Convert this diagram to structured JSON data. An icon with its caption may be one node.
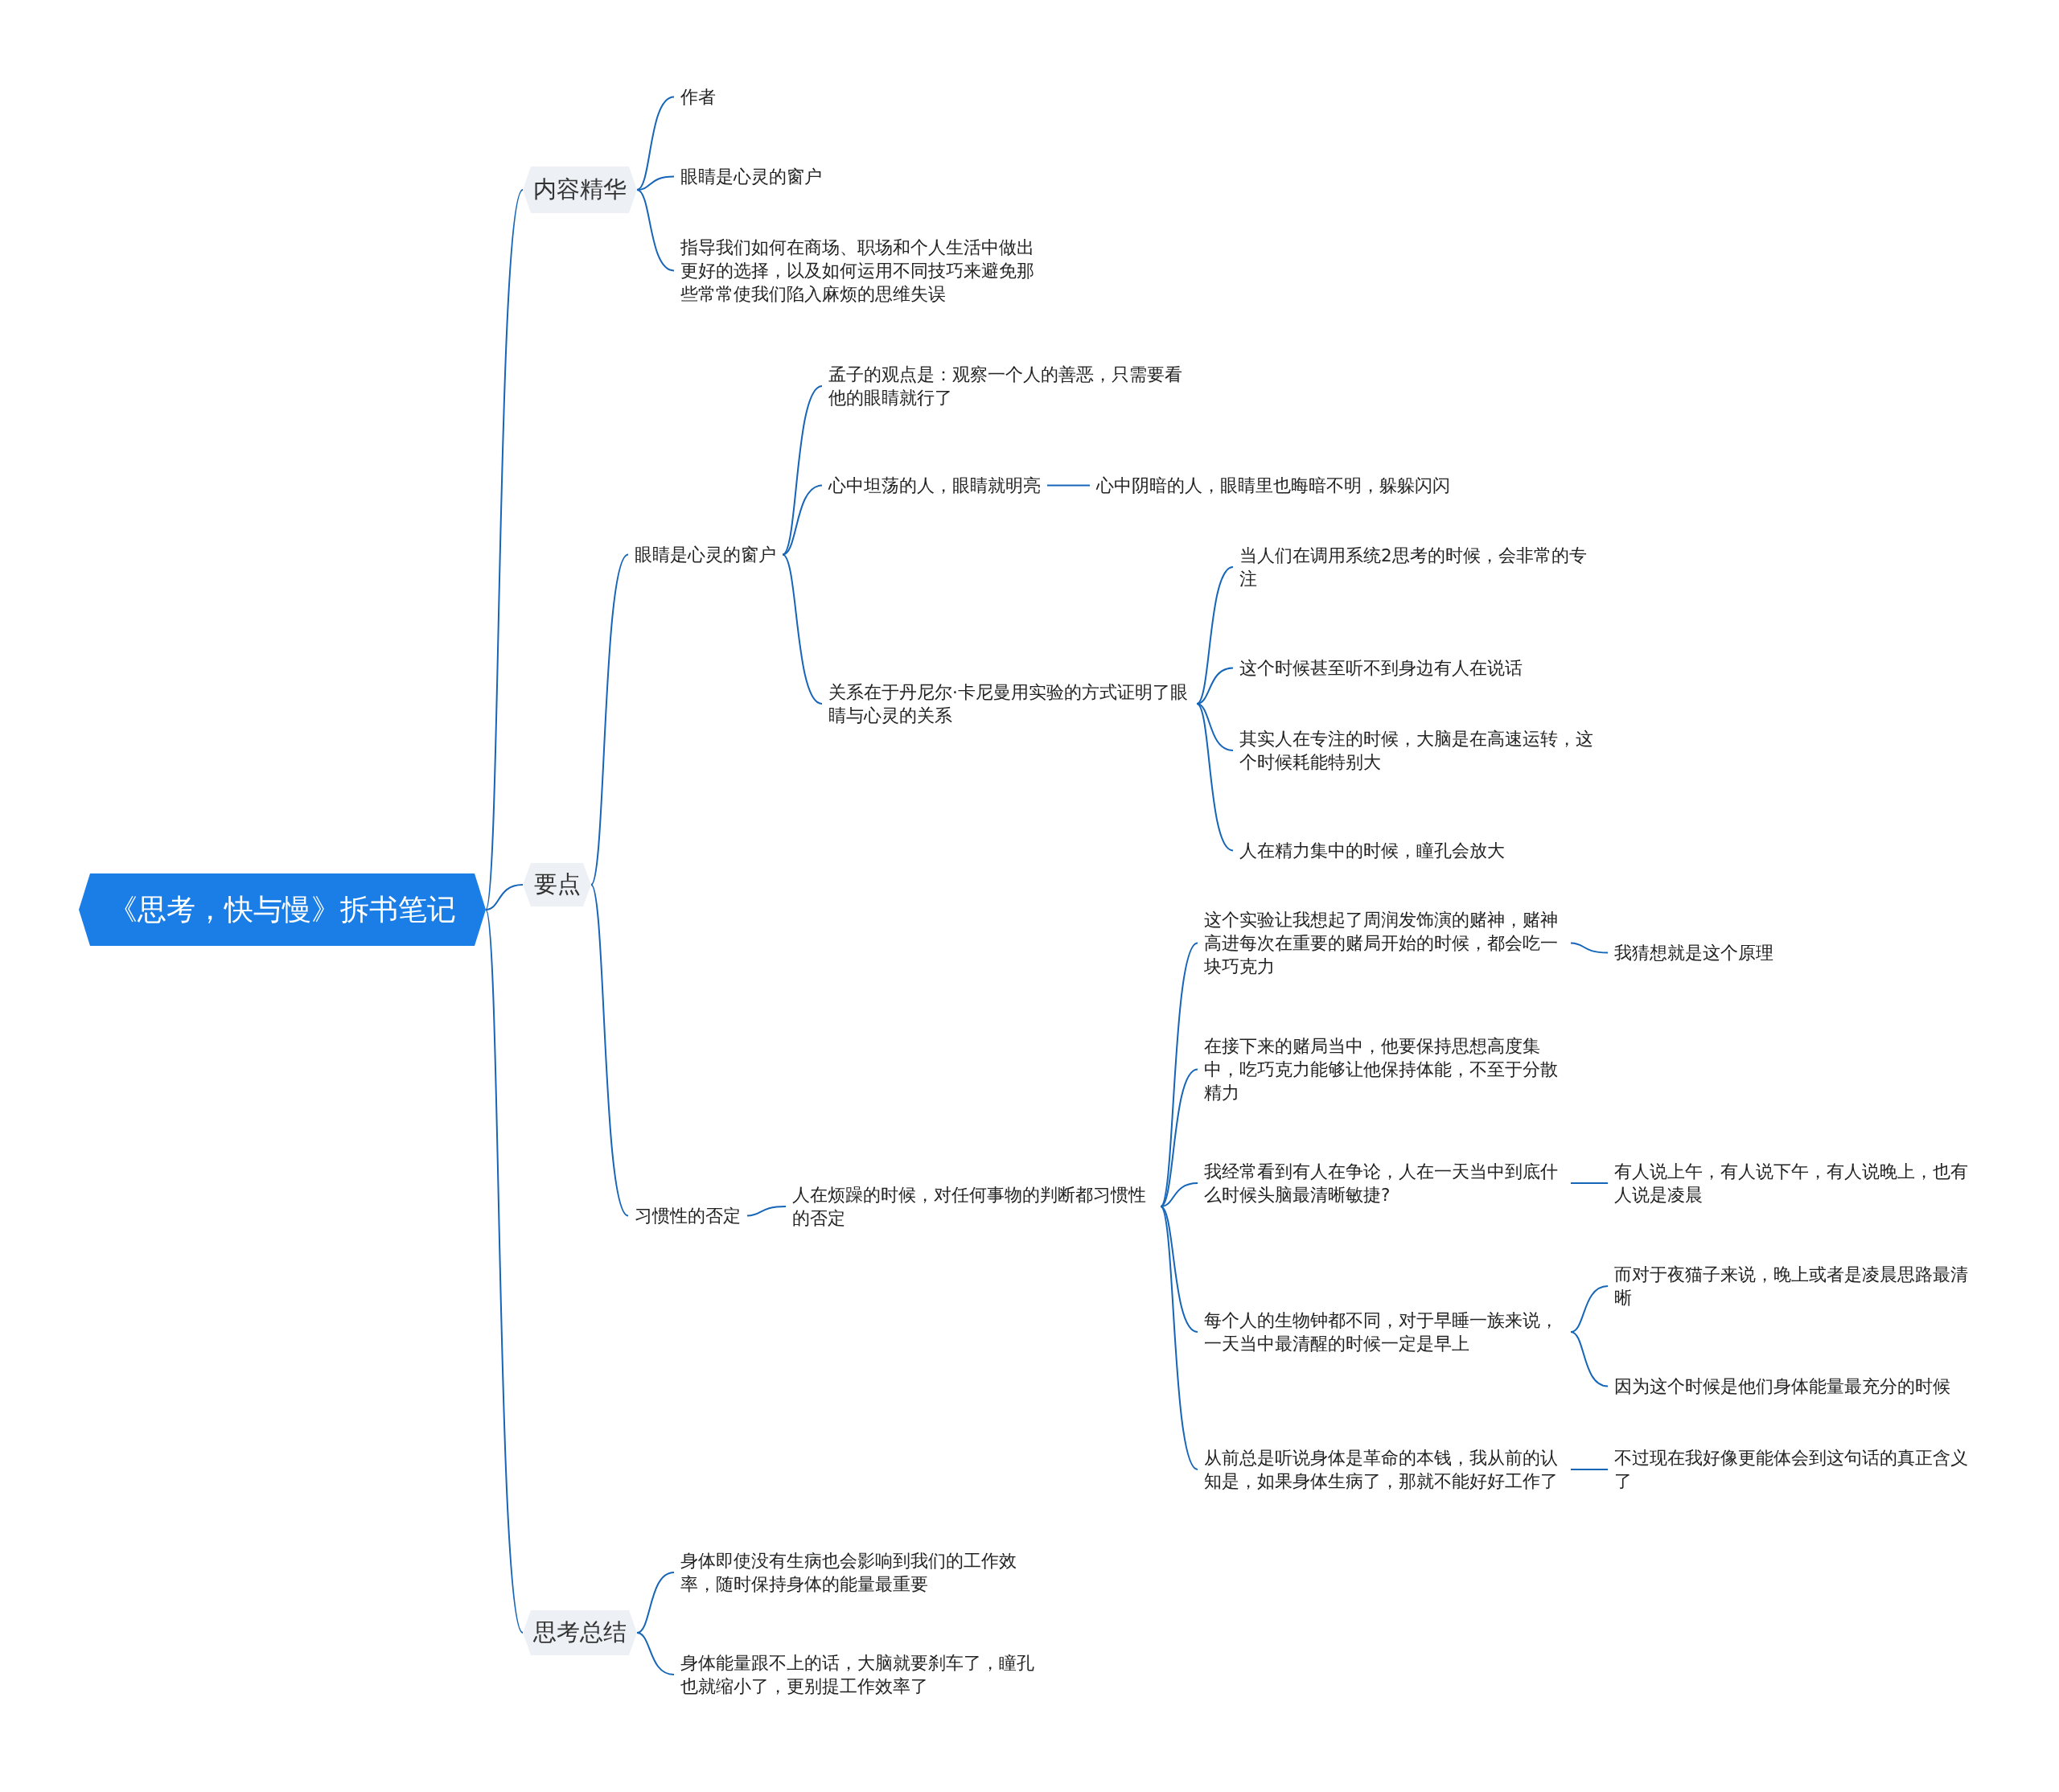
{
  "diagram": {
    "nodes": [
      {
        "text": [
          "《思考，快与慢》拆书笔记"
        ]
      },
      {
        "text": [
          "内容精华"
        ]
      },
      {
        "text": [
          "作者"
        ]
      },
      {
        "text": [
          "眼睛是心灵的窗户"
        ]
      },
      {
        "text": [
          "指导我们如何在商场、职场和个人生活中做出更好的选择，以及如何运用不同技巧来避免那些常常使我们陷入麻烦的思维失误"
        ]
      },
      {
        "text": [
          "要点"
        ]
      },
      {
        "text": [
          "眼睛是心灵的窗户"
        ]
      },
      {
        "text": [
          "孟子的观点是：观察一个人的善恶，只需要看他的眼睛就行了"
        ]
      },
      {
        "text": [
          "心中坦荡的人，眼睛就明亮"
        ]
      },
      {
        "text": [
          "心中阴暗的人，眼睛里也晦暗不明，躲躲闪闪"
        ]
      },
      {
        "text": [
          "关系在于丹尼尔·卡尼曼用实验的方式证明了眼睛与心灵的关系"
        ]
      },
      {
        "text": [
          "当人们在调用系统2思考的时候，会非常的专注"
        ]
      },
      {
        "text": [
          "这个时候甚至听不到身边有人在说话"
        ]
      },
      {
        "text": [
          "其实人在专注的时候，大脑是在高速运转，这个时候耗能特别大"
        ]
      },
      {
        "text": [
          "人在精力集中的时候，瞳孔会放大"
        ]
      },
      {
        "text": [
          "习惯性的否定"
        ]
      },
      {
        "text": [
          "人在烦躁的时候，对任何事物的判断都习惯性的否定"
        ]
      },
      {
        "text": [
          "这个实验让我想起了周润发饰演的赌神，赌神高进每次在重要的赌局开始的时候，都会吃一块巧克力"
        ]
      },
      {
        "text": [
          "我猜想就是这个原理"
        ]
      },
      {
        "text": [
          "在接下来的赌局当中，他要保持思想高度集中，吃巧克力能够让他保持体能，不至于分散精力"
        ]
      },
      {
        "text": [
          "我经常看到有人在争论，人在一天当中到底什么时候头脑最清晰敏捷?"
        ]
      },
      {
        "text": [
          "有人说上午，有人说下午，有人说晚上，也有人说是凌晨"
        ]
      },
      {
        "text": [
          "每个人的生物钟都不同，对于早睡一族来说，一天当中最清醒的时候一定是早上"
        ]
      },
      {
        "text": [
          "而对于夜猫子来说，晚上或者是凌晨思路最清晰"
        ]
      },
      {
        "text": [
          "因为这个时候是他们身体能量最充分的时候"
        ]
      },
      {
        "text": [
          "从前总是听说身体是革命的本钱，我从前的认知是，如果身体生病了，那就不能好好工作了"
        ]
      },
      {
        "text": [
          "不过现在我好像更能体会到这句话的真正含义了"
        ]
      },
      {
        "text": [
          "思考总结"
        ]
      },
      {
        "text": [
          "身体即使没有生病也会影响到我们的工作效率，随时保持身体的能量最重要"
        ]
      },
      {
        "text": [
          "身体能量跟不上的话，大脑就要刹车了，瞳孔也就缩小了，更别提工作效率了"
        ]
      }
    ],
    "edges": [
      {
        "from": 0,
        "to": 1,
        "arrow": "none"
      },
      {
        "from": 0,
        "to": 5,
        "arrow": "none"
      },
      {
        "from": 0,
        "to": 27,
        "arrow": "none"
      },
      {
        "from": 1,
        "to": 2,
        "arrow": "none"
      },
      {
        "from": 1,
        "to": 3,
        "arrow": "none"
      },
      {
        "from": 1,
        "to": 4,
        "arrow": "none"
      },
      {
        "from": 5,
        "to": 6,
        "arrow": "none"
      },
      {
        "from": 5,
        "to": 15,
        "arrow": "none"
      },
      {
        "from": 6,
        "to": 7,
        "arrow": "none"
      },
      {
        "from": 6,
        "to": 8,
        "arrow": "none"
      },
      {
        "from": 6,
        "to": 10,
        "arrow": "none"
      },
      {
        "from": 8,
        "to": 9,
        "arrow": "none"
      },
      {
        "from": 10,
        "to": 11,
        "arrow": "none"
      },
      {
        "from": 10,
        "to": 12,
        "arrow": "none"
      },
      {
        "from": 10,
        "to": 13,
        "arrow": "none"
      },
      {
        "from": 10,
        "to": 14,
        "arrow": "none"
      },
      {
        "from": 15,
        "to": 16,
        "arrow": "none"
      },
      {
        "from": 16,
        "to": 17,
        "arrow": "none"
      },
      {
        "from": 16,
        "to": 19,
        "arrow": "none"
      },
      {
        "from": 16,
        "to": 20,
        "arrow": "none"
      },
      {
        "from": 16,
        "to": 22,
        "arrow": "none"
      },
      {
        "from": 16,
        "to": 25,
        "arrow": "none"
      },
      {
        "from": 17,
        "to": 18,
        "arrow": "none"
      },
      {
        "from": 20,
        "to": 21,
        "arrow": "none"
      },
      {
        "from": 22,
        "to": 23,
        "arrow": "none"
      },
      {
        "from": 22,
        "to": 24,
        "arrow": "none"
      },
      {
        "from": 25,
        "to": 26,
        "arrow": "none"
      },
      {
        "from": 27,
        "to": 28,
        "arrow": "none"
      },
      {
        "from": 27,
        "to": 29,
        "arrow": "none"
      }
    ]
  }
}
